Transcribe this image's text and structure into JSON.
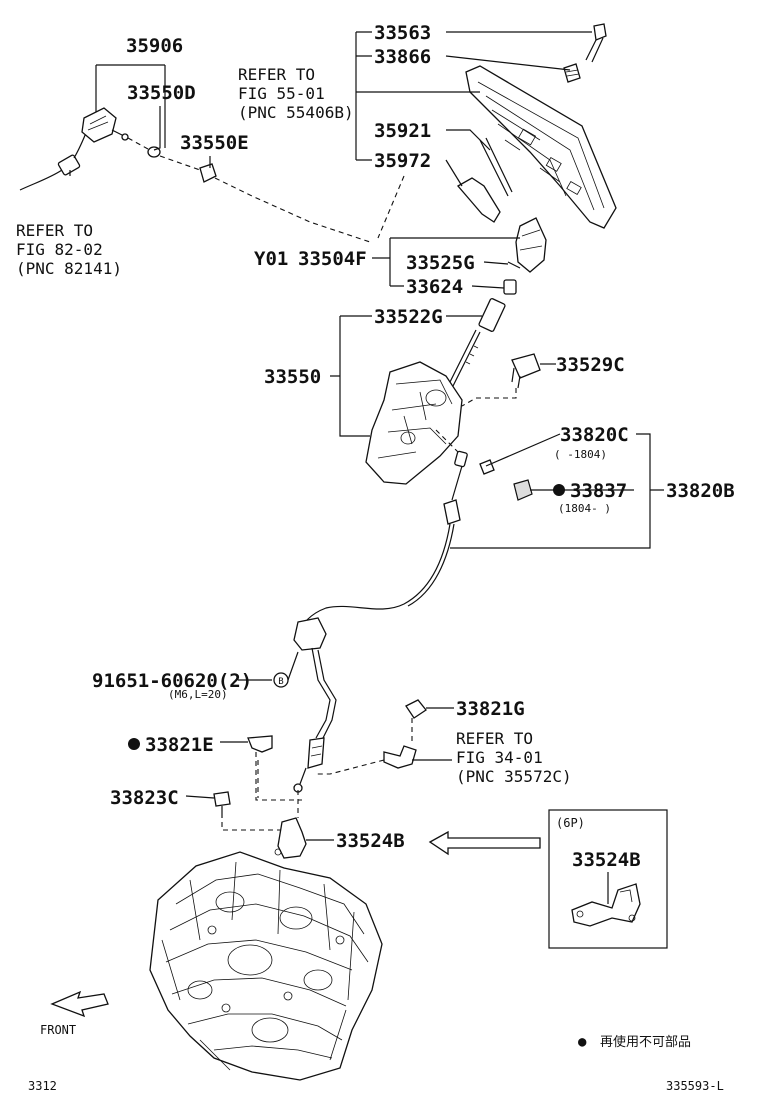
{
  "callouts": {
    "p35906": "35906",
    "p33550D": "33550D",
    "p33550E": "33550E",
    "p33563": "33563",
    "p33866": "33866",
    "p35921": "35921",
    "p35972": "35972",
    "y01": "Y01",
    "p33504F": "33504F",
    "p33525G": "33525G",
    "p33624": "33624",
    "p33522G": "33522G",
    "p33550": "33550",
    "p33529C": "33529C",
    "p33820C": "33820C",
    "p33820C_range": "(      -1804)",
    "p33837": "33837",
    "p33837_range": "(1804-      )",
    "p33820B": "33820B",
    "bolt": "91651-60620(2)",
    "bolt_spec": "(M6,L=20)",
    "p33821G": "33821G",
    "p33821E": "33821E",
    "p33823C": "33823C",
    "p33524B": "33524B",
    "inset_label": "(6P)",
    "inset_part": "33524B"
  },
  "references": {
    "fig55": {
      "line1": "REFER TO",
      "line2": "FIG 55-01",
      "line3": "(PNC 55406B)"
    },
    "fig82": {
      "line1": "REFER TO",
      "line2": "FIG 82-02",
      "line3": "(PNC 82141)"
    },
    "fig34": {
      "line1": "REFER TO",
      "line2": "FIG 34-01",
      "line3": "(PNC 35572C)"
    }
  },
  "legend": {
    "marker": "●",
    "text": "再使用不可部品"
  },
  "front_label": "FRONT",
  "footer": {
    "left": "3312",
    "right": "335593-L"
  }
}
